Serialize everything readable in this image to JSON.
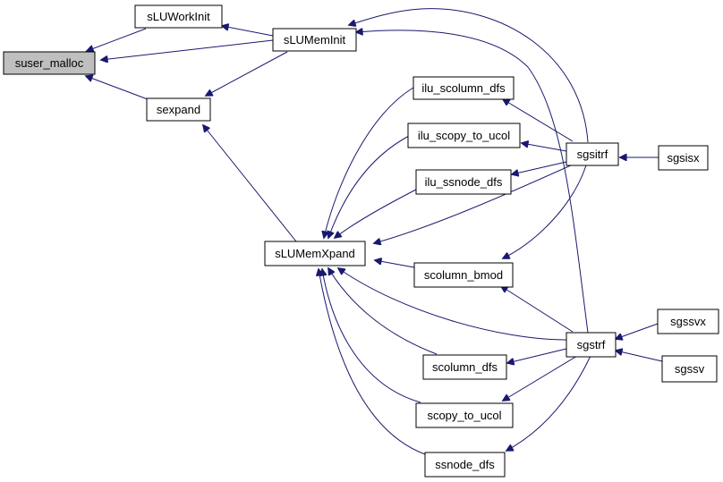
{
  "colors": {
    "edge": "#191970",
    "root_fill": "#bfbfbf",
    "node_fill": "#ffffff",
    "node_border": "#000000"
  },
  "nodes": {
    "suser_malloc": "suser_malloc",
    "sLUWorkInit": "sLUWorkInit",
    "sLUMemInit": "sLUMemInit",
    "sexpand": "sexpand",
    "sLUMemXpand": "sLUMemXpand",
    "ilu_scolumn_dfs": "ilu_scolumn_dfs",
    "ilu_scopy_to_ucol": "ilu_scopy_to_ucol",
    "ilu_ssnode_dfs": "ilu_ssnode_dfs",
    "scolumn_bmod": "scolumn_bmod",
    "scolumn_dfs": "scolumn_dfs",
    "scopy_to_ucol": "scopy_to_ucol",
    "ssnode_dfs": "ssnode_dfs",
    "sgsitrf": "sgsitrf",
    "sgstrf": "sgstrf",
    "sgsisx": "sgsisx",
    "sgssvx": "sgssvx",
    "sgssv": "sgssv"
  },
  "edges": [
    {
      "from": "sLUWorkInit",
      "to": "suser_malloc"
    },
    {
      "from": "sLUMemInit",
      "to": "suser_malloc"
    },
    {
      "from": "sexpand",
      "to": "suser_malloc"
    },
    {
      "from": "sLUMemInit",
      "to": "sLUWorkInit"
    },
    {
      "from": "sLUMemInit",
      "to": "sexpand"
    },
    {
      "from": "sLUMemXpand",
      "to": "sexpand"
    },
    {
      "from": "sgsitrf",
      "to": "sLUMemInit"
    },
    {
      "from": "sgstrf",
      "to": "sLUMemInit"
    },
    {
      "from": "ilu_scolumn_dfs",
      "to": "sLUMemXpand"
    },
    {
      "from": "ilu_scopy_to_ucol",
      "to": "sLUMemXpand"
    },
    {
      "from": "ilu_ssnode_dfs",
      "to": "sLUMemXpand"
    },
    {
      "from": "sgsitrf",
      "to": "sLUMemXpand"
    },
    {
      "from": "scolumn_bmod",
      "to": "sLUMemXpand"
    },
    {
      "from": "sgstrf",
      "to": "sLUMemXpand"
    },
    {
      "from": "scolumn_dfs",
      "to": "sLUMemXpand"
    },
    {
      "from": "scopy_to_ucol",
      "to": "sLUMemXpand"
    },
    {
      "from": "ssnode_dfs",
      "to": "sLUMemXpand"
    },
    {
      "from": "sgsitrf",
      "to": "ilu_scolumn_dfs"
    },
    {
      "from": "sgsitrf",
      "to": "ilu_scopy_to_ucol"
    },
    {
      "from": "sgsitrf",
      "to": "ilu_ssnode_dfs"
    },
    {
      "from": "sgsitrf",
      "to": "scolumn_bmod"
    },
    {
      "from": "sgstrf",
      "to": "scolumn_bmod"
    },
    {
      "from": "sgstrf",
      "to": "scolumn_dfs"
    },
    {
      "from": "sgstrf",
      "to": "scopy_to_ucol"
    },
    {
      "from": "sgstrf",
      "to": "ssnode_dfs"
    },
    {
      "from": "sgsisx",
      "to": "sgsitrf"
    },
    {
      "from": "sgssvx",
      "to": "sgstrf"
    },
    {
      "from": "sgssv",
      "to": "sgstrf"
    }
  ]
}
